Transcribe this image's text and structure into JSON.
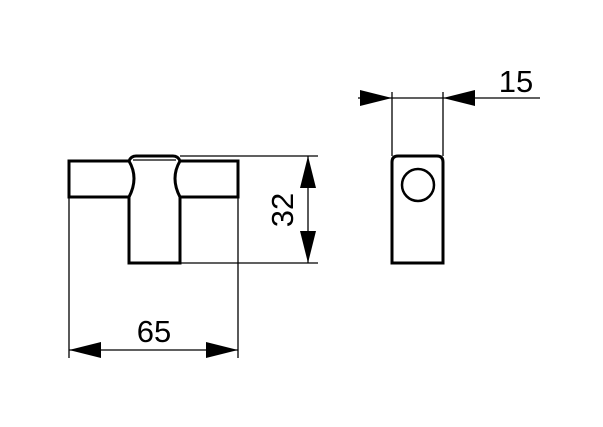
{
  "dimensions": {
    "width_label": "65",
    "height_label": "32",
    "depth_label": "15"
  }
}
